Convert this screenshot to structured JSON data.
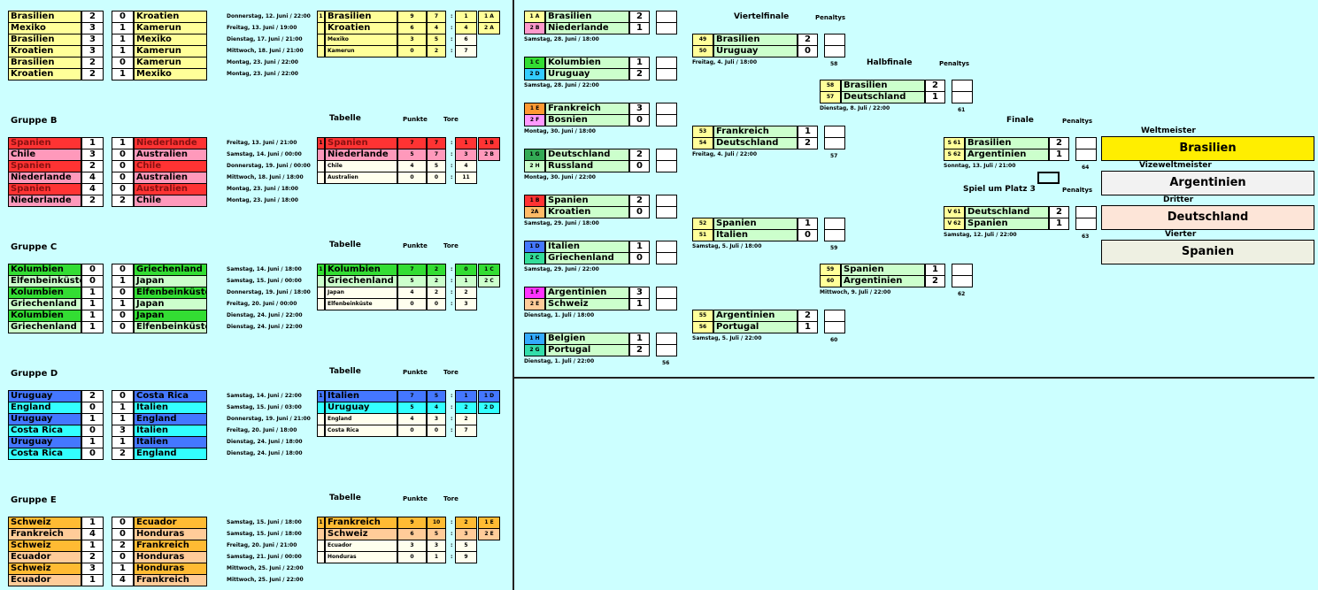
{
  "colors": {
    "bg": "#ccffff",
    "A": "#ffff99",
    "B1": "#ff3333",
    "B2": "#ff99bb",
    "C1": "#33dd33",
    "C2": "#ccffcc",
    "D1": "#4477ff",
    "D2": "#33ffff",
    "E1": "#ffbb33",
    "E2": "#ffcc99",
    "ko": "#ccffcc"
  },
  "labels": {
    "tabelle": "Tabelle",
    "punkte": "Punkte",
    "tore": "Tore",
    "viertelfinale": "Viertelfinale",
    "halbfinale": "Halbfinale",
    "finale": "Finale",
    "penaltys": "Penaltys",
    "platz3": "Spiel um Platz 3",
    "weltmeister": "Weltmeister",
    "vize": "Vizeweltmeister",
    "dritter": "Dritter",
    "vierter": "Vierter"
  },
  "groups": [
    {
      "name": "",
      "matches": [
        [
          "Brasilien",
          "2",
          "0",
          "Kroatien",
          "Donnerstag, 12. Juni / 22:00"
        ],
        [
          "Mexiko",
          "3",
          "1",
          "Kamerun",
          "Freitag, 13. Juni / 19:00"
        ],
        [
          "Brasilien",
          "3",
          "1",
          "Mexiko",
          "Dienstag, 17. Juni / 21:00"
        ],
        [
          "Kroatien",
          "3",
          "1",
          "Kamerun",
          "Mittwoch, 18. Juni / 21:00"
        ],
        [
          "Brasilien",
          "2",
          "0",
          "Kamerun",
          "Montag, 23. Juni / 22:00"
        ],
        [
          "Kroatien",
          "2",
          "1",
          "Mexiko",
          "Montag, 23. Juni / 22:00"
        ]
      ],
      "table": [
        [
          "1",
          "Brasilien",
          "9",
          "7",
          ":",
          "1",
          "1 A"
        ],
        [
          "",
          "Kroatien",
          "6",
          "4",
          ":",
          "4",
          "2 A"
        ],
        [
          "",
          "Mexiko",
          "3",
          "5",
          ":",
          "6",
          ""
        ],
        [
          "",
          "Kamerun",
          "0",
          "2",
          ":",
          "7",
          ""
        ]
      ]
    },
    {
      "name": "Gruppe B",
      "matches": [
        [
          "Spanien",
          "1",
          "1",
          "Niederlande",
          "Freitag, 13. Juni / 21:00"
        ],
        [
          "Chile",
          "3",
          "0",
          "Australien",
          "Samstag, 14. Juni / 00:00"
        ],
        [
          "Spanien",
          "2",
          "0",
          "Chile",
          "Donnerstag, 19. Juni / 00:00"
        ],
        [
          "Niederlande",
          "4",
          "0",
          "Australien",
          "Mittwoch, 18. Juni / 18:00"
        ],
        [
          "Spanien",
          "4",
          "0",
          "Australien",
          "Montag, 23. Juni / 18:00"
        ],
        [
          "Niederlande",
          "2",
          "2",
          "Chile",
          "Montag, 23. Juni / 18:00"
        ]
      ],
      "table": [
        [
          "1",
          "Spanien",
          "7",
          "7",
          ":",
          "1",
          "1 B"
        ],
        [
          "",
          "Niederlande",
          "5",
          "7",
          ":",
          "3",
          "2 B"
        ],
        [
          "",
          "Chile",
          "4",
          "5",
          ":",
          "4",
          ""
        ],
        [
          "",
          "Australien",
          "0",
          "0",
          ":",
          "11",
          ""
        ]
      ]
    },
    {
      "name": "Gruppe C",
      "matches": [
        [
          "Kolumbien",
          "0",
          "0",
          "Griechenland",
          "Samstag, 14. Juni / 18:00"
        ],
        [
          "Elfenbeinküste",
          "0",
          "1",
          "Japan",
          "Samstag, 15. Juni / 00:00"
        ],
        [
          "Kolumbien",
          "1",
          "0",
          "Elfenbeinküste",
          "Donnerstag, 19. Juni / 18:00"
        ],
        [
          "Griechenland",
          "1",
          "1",
          "Japan",
          "Freitag, 20. Juni / 00:00"
        ],
        [
          "Kolumbien",
          "1",
          "0",
          "Japan",
          "Dienstag, 24. Juni / 22:00"
        ],
        [
          "Griechenland",
          "1",
          "0",
          "Elfenbeinküste",
          "Dienstag, 24. Juni / 22:00"
        ]
      ],
      "table": [
        [
          "1",
          "Kolumbien",
          "7",
          "2",
          ":",
          "0",
          "1 C"
        ],
        [
          "",
          "Griechenland",
          "5",
          "2",
          ":",
          "1",
          "2 C"
        ],
        [
          "",
          "Japan",
          "4",
          "2",
          ":",
          "2",
          ""
        ],
        [
          "",
          "Elfenbeinküste",
          "0",
          "0",
          ":",
          "3",
          ""
        ]
      ]
    },
    {
      "name": "Gruppe D",
      "matches": [
        [
          "Uruguay",
          "2",
          "0",
          "Costa Rica",
          "Samstag, 14. Juni / 22:00"
        ],
        [
          "England",
          "0",
          "1",
          "Italien",
          "Samstag, 15. Juni / 03:00"
        ],
        [
          "Uruguay",
          "1",
          "1",
          "England",
          "Donnerstag, 19. Juni / 21:00"
        ],
        [
          "Costa Rica",
          "0",
          "3",
          "Italien",
          "Freitag, 20. Juni / 18:00"
        ],
        [
          "Uruguay",
          "1",
          "1",
          "Italien",
          "Dienstag, 24. Juni / 18:00"
        ],
        [
          "Costa Rica",
          "0",
          "2",
          "England",
          "Dienstag, 24. Juni / 18:00"
        ]
      ],
      "table": [
        [
          "1",
          "Italien",
          "7",
          "5",
          ":",
          "1",
          "1 D"
        ],
        [
          "",
          "Uruguay",
          "5",
          "4",
          ":",
          "2",
          "2 D"
        ],
        [
          "",
          "England",
          "4",
          "3",
          ":",
          "2",
          ""
        ],
        [
          "",
          "Costa Rica",
          "0",
          "0",
          ":",
          "7",
          ""
        ]
      ]
    },
    {
      "name": "Gruppe E",
      "matches": [
        [
          "Schweiz",
          "1",
          "0",
          "Ecuador",
          "Samstag, 15. Juni / 18:00"
        ],
        [
          "Frankreich",
          "4",
          "0",
          "Honduras",
          "Samstag, 15. Juni / 18:00"
        ],
        [
          "Schweiz",
          "1",
          "2",
          "Frankreich",
          "Freitag, 20. Juni / 21:00"
        ],
        [
          "Ecuador",
          "2",
          "0",
          "Honduras",
          "Samstag, 21. Juni / 00:00"
        ],
        [
          "Schweiz",
          "3",
          "1",
          "Honduras",
          "Mittwoch, 25. Juni / 22:00"
        ],
        [
          "Ecuador",
          "1",
          "4",
          "Frankreich",
          "Mittwoch, 25. Juni / 22:00"
        ]
      ],
      "table": [
        [
          "1",
          "Frankreich",
          "9",
          "10",
          ":",
          "2",
          "1 E"
        ],
        [
          "",
          "Schweiz",
          "6",
          "5",
          ":",
          "3",
          "2 E"
        ],
        [
          "",
          "Ecuador",
          "3",
          "3",
          ":",
          "5",
          ""
        ],
        [
          "",
          "Honduras",
          "0",
          "1",
          ":",
          "9",
          ""
        ]
      ]
    }
  ],
  "r16": [
    {
      "s1": "1 A",
      "t1": "Brasilien",
      "g1": "2",
      "s2": "2 B",
      "t2": "Niederlande",
      "g2": "1",
      "date": "Samstag, 28. Juni / 18:00",
      "num": ""
    },
    {
      "s1": "1 C",
      "t1": "Kolumbien",
      "g1": "1",
      "s2": "2 D",
      "t2": "Uruguay",
      "g2": "2",
      "date": "Samstag, 28. Juni / 22:00",
      "num": ""
    },
    {
      "s1": "1 E",
      "t1": "Frankreich",
      "g1": "3",
      "s2": "2 F",
      "t2": "Bosnien",
      "g2": "0",
      "date": "Montag, 30. Juni / 18:00",
      "num": ""
    },
    {
      "s1": "1 G",
      "t1": "Deutschland",
      "g1": "2",
      "s2": "2 H",
      "t2": "Russland",
      "g2": "0",
      "date": "Montag, 30. Juni / 22:00",
      "num": ""
    },
    {
      "s1": "1 B",
      "t1": "Spanien",
      "g1": "2",
      "s2": "2A",
      "t2": "Kroatien",
      "g2": "0",
      "date": "Samstag, 29. Juni / 18:00",
      "num": ""
    },
    {
      "s1": "1 D",
      "t1": "Italien",
      "g1": "1",
      "s2": "2 C",
      "t2": "Griechenland",
      "g2": "0",
      "date": "Samstag, 29. Juni / 22:00",
      "num": ""
    },
    {
      "s1": "1 F",
      "t1": "Argentinien",
      "g1": "3",
      "s2": "2 E",
      "t2": "Schweiz",
      "g2": "1",
      "date": "Dienstag, 1. Juli / 18:00",
      "num": ""
    },
    {
      "s1": "1 H",
      "t1": "Belgien",
      "g1": "1",
      "s2": "2 G",
      "t2": "Portugal",
      "g2": "2",
      "date": "Dienstag, 1. Juli / 22:00",
      "num": "56"
    }
  ],
  "qf": [
    {
      "s1": "49",
      "t1": "Brasilien",
      "g1": "2",
      "s2": "50",
      "t2": "Uruguay",
      "g2": "0",
      "date": "Freitag, 4. Juli / 18:00",
      "num": "58"
    },
    {
      "s1": "53",
      "t1": "Frankreich",
      "g1": "1",
      "s2": "54",
      "t2": "Deutschland",
      "g2": "2",
      "date": "Freitag, 4. Juli / 22:00",
      "num": "57"
    },
    {
      "s1": "52",
      "t1": "Spanien",
      "g1": "1",
      "s2": "51",
      "t2": "Italien",
      "g2": "0",
      "date": "Samstag, 5. Juli / 18:00",
      "num": "59"
    },
    {
      "s1": "55",
      "t1": "Argentinien",
      "g1": "2",
      "s2": "56",
      "t2": "Portugal",
      "g2": "1",
      "date": "Samstag, 5. Juli / 22:00",
      "num": "60"
    }
  ],
  "sf": [
    {
      "s1": "58",
      "t1": "Brasilien",
      "g1": "2",
      "s2": "57",
      "t2": "Deutschland",
      "g2": "1",
      "date": "Dienstag, 8. Juli / 22:00",
      "num": "61"
    },
    {
      "s1": "59",
      "t1": "Spanien",
      "g1": "1",
      "s2": "60",
      "t2": "Argentinien",
      "g2": "2",
      "date": "Mittwoch, 9. Juli / 22:00",
      "num": "62"
    }
  ],
  "final": {
    "s1": "S 61",
    "t1": "Brasilien",
    "g1": "2",
    "s2": "S 62",
    "t2": "Argentinien",
    "g2": "1",
    "date": "Sonntag, 13. Juli / 21:00",
    "num": "64"
  },
  "third": {
    "s1": "V 61",
    "t1": "Deutschland",
    "g1": "2",
    "s2": "V 62",
    "t2": "Spanien",
    "g2": "1",
    "date": "Samstag, 12. Juli / 22:00",
    "num": "63"
  },
  "results": {
    "weltmeister": "Brasilien",
    "vize": "Argentinien",
    "dritter": "Deutschland",
    "vierter": "Spanien"
  }
}
